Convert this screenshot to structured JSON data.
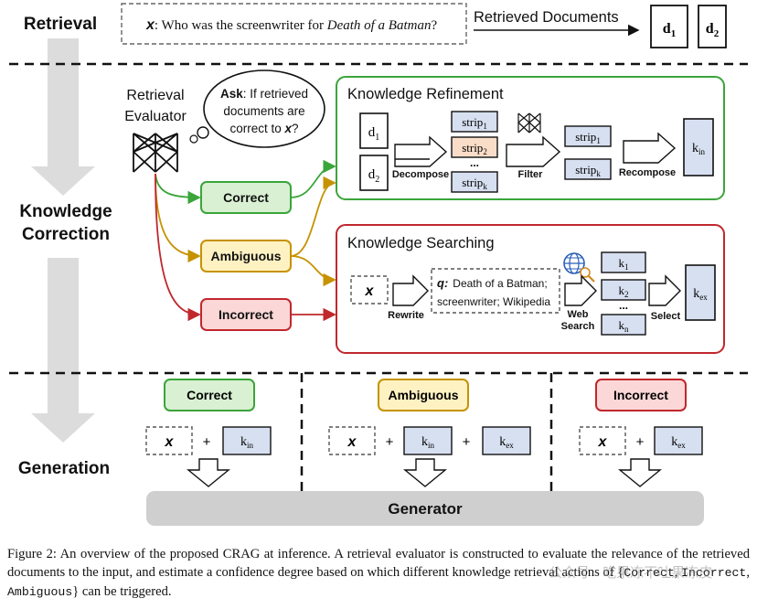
{
  "colors": {
    "green": "#3aa53a",
    "green_fill": "#d9f0d3",
    "orange": "#c69200",
    "orange_fill": "#fff2c2",
    "red": "#c0282d",
    "red_fill": "#fbd7d7",
    "blue_fill": "#d7e0f1",
    "strip2_fill": "#f9ddc8",
    "gray_arrow": "#dcdcdc",
    "generator_fill": "#cfcfcf"
  },
  "sections": {
    "retrieval": "Retrieval",
    "correction_line1": "Knowledge",
    "correction_line2": "Correction",
    "generation": "Generation"
  },
  "query": {
    "var": "x",
    "text_before": ": Who was the screenwriter for ",
    "text_italic": "Death of a Batman",
    "text_after": "?"
  },
  "retrieved": {
    "label": "Retrieved Documents",
    "doc1": "d",
    "doc1_sub": "1",
    "doc2": "d",
    "doc2_sub": "2"
  },
  "evaluator": {
    "line1": "Retrieval",
    "line2": "Evaluator"
  },
  "ask": {
    "bold": "Ask",
    "line1": ": If retrieved",
    "line2": "documents are",
    "line3": "correct to ",
    "var": "x",
    "q": "?"
  },
  "actions": {
    "correct": "Correct",
    "ambiguous": "Ambiguous",
    "incorrect": "Incorrect"
  },
  "refinement": {
    "title": "Knowledge Refinement",
    "d1": "d",
    "d1_sub": "1",
    "d2": "d",
    "d2_sub": "2",
    "decompose": "Decompose",
    "filter": "Filter",
    "recompose": "Recompose",
    "strip": "strip",
    "strip1_sub": "1",
    "strip2_sub": "2",
    "stripk_sub": "k",
    "ellipsis": "...",
    "kin": "k",
    "kin_sub": "in"
  },
  "searching": {
    "title": "Knowledge Searching",
    "x": "x",
    "rewrite": "Rewrite",
    "q_label": "q:",
    "q_line1": "Death of a Batman;",
    "q_line2": "screenwriter; Wikipedia",
    "web1": "Web",
    "web2": "Search",
    "select": "Select",
    "k": "k",
    "k1_sub": "1",
    "k2_sub": "2",
    "kn_sub": "n",
    "ellipsis": "...",
    "kex": "k",
    "kex_sub": "ex"
  },
  "generation": {
    "correct": "Correct",
    "ambiguous": "Ambiguous",
    "incorrect": "Incorrect",
    "x": "x",
    "plus": "+",
    "k": "k",
    "kin_sub": "in",
    "kex_sub": "ex",
    "generator": "Generator"
  },
  "caption": {
    "part1": "Figure 2: An overview of the proposed CRAG at inference. A retrieval evaluator is constructed to evaluate the relevance of the retrieved documents to the input, and estimate a confidence degree based on which different knowledge retrieval actions of {",
    "a1": "Correct",
    "sep1": ", ",
    "a2": "Incorrect",
    "sep2": ", ",
    "a3": "Ambiguous",
    "part2": "} can be triggered."
  },
  "watermark": "公众号 · 吃果冻不吐果冻皮"
}
